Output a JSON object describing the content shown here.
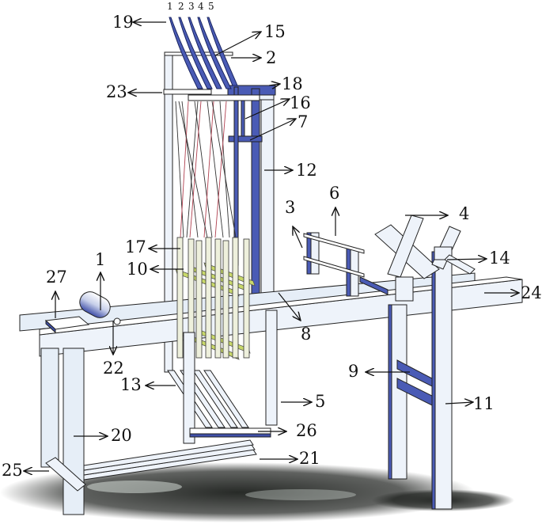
{
  "diagram": {
    "type": "technical-illustration",
    "subject": "loom",
    "colors": {
      "frame": "#e6eef7",
      "frame_outline": "#222222",
      "accent_blue": "#4a5bb5",
      "heddle_green": "#c9d96a",
      "heddle_rod": "#eef0dc",
      "warp_red": "#b04050",
      "shadow": "#1c1f1c"
    },
    "heddle_numbers": [
      "1",
      "2",
      "3",
      "4",
      "5"
    ],
    "labels": [
      {
        "id": "1",
        "text": "1",
        "arrow": "up"
      },
      {
        "id": "2",
        "text": "2",
        "arrow": "right"
      },
      {
        "id": "3",
        "text": "3",
        "arrow": "up-left"
      },
      {
        "id": "4",
        "text": "4",
        "arrow": "right"
      },
      {
        "id": "5",
        "text": "5",
        "arrow": "right"
      },
      {
        "id": "6",
        "text": "6",
        "arrow": "up"
      },
      {
        "id": "7",
        "text": "7",
        "arrow": "up-right"
      },
      {
        "id": "8",
        "text": "8",
        "arrow": "down-right"
      },
      {
        "id": "9",
        "text": "9",
        "arrow": "left"
      },
      {
        "id": "10",
        "text": "10",
        "arrow": "left"
      },
      {
        "id": "11",
        "text": "11",
        "arrow": "right"
      },
      {
        "id": "12",
        "text": "12",
        "arrow": "right"
      },
      {
        "id": "13",
        "text": "13",
        "arrow": "left"
      },
      {
        "id": "14",
        "text": "14",
        "arrow": "right"
      },
      {
        "id": "15",
        "text": "15",
        "arrow": "up-right"
      },
      {
        "id": "16",
        "text": "16",
        "arrow": "up-right"
      },
      {
        "id": "17",
        "text": "17",
        "arrow": "left"
      },
      {
        "id": "18",
        "text": "18",
        "arrow": "right"
      },
      {
        "id": "19",
        "text": "19",
        "arrow": "left"
      },
      {
        "id": "20",
        "text": "20",
        "arrow": "right"
      },
      {
        "id": "21",
        "text": "21",
        "arrow": "right"
      },
      {
        "id": "22",
        "text": "22",
        "arrow": "down"
      },
      {
        "id": "23",
        "text": "23",
        "arrow": "left"
      },
      {
        "id": "24",
        "text": "24",
        "arrow": "right"
      },
      {
        "id": "25",
        "text": "25",
        "arrow": "left"
      },
      {
        "id": "26",
        "text": "26",
        "arrow": "right"
      },
      {
        "id": "27",
        "text": "27",
        "arrow": "up"
      }
    ]
  }
}
